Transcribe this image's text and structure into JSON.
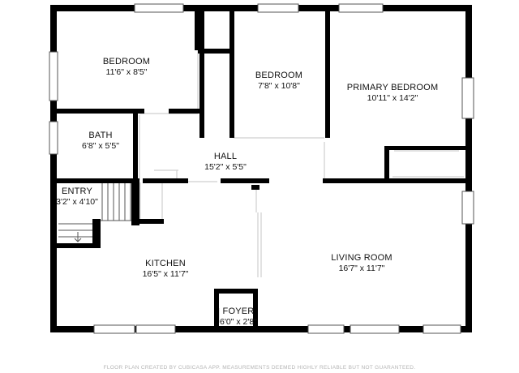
{
  "rooms": {
    "bedroom1": {
      "name": "BEDROOM",
      "dims": "11'6\" x 8'5\""
    },
    "bedroom2": {
      "name": "BEDROOM",
      "dims": "7'8\" x 10'8\""
    },
    "primary": {
      "name": "PRIMARY BEDROOM",
      "dims": "10'11\" x 14'2\""
    },
    "bath": {
      "name": "BATH",
      "dims": "6'8\" x 5'5\""
    },
    "hall": {
      "name": "HALL",
      "dims": "15'2\" x 5'5\""
    },
    "entry": {
      "name": "ENTRY",
      "dims": "3'2\" x 4'10\""
    },
    "kitchen": {
      "name": "KITCHEN",
      "dims": "16'5\" x 11'7\""
    },
    "living": {
      "name": "LIVING ROOM",
      "dims": "16'7\" x 11'7\""
    },
    "foyer": {
      "name": "FOYER",
      "dims": "6'0\" x 2'8\""
    }
  },
  "footer": {
    "note": "FLOOR PLAN CREATED BY CUBICASA APP. MEASUREMENTS DEEMED HIGHLY RELIABLE BUT NOT GUARANTEED."
  },
  "colors": {
    "wall": "#000000",
    "thin_line": "#cfcfcf",
    "window_frame": "#555555",
    "footer_text": "#b4b4b4"
  }
}
